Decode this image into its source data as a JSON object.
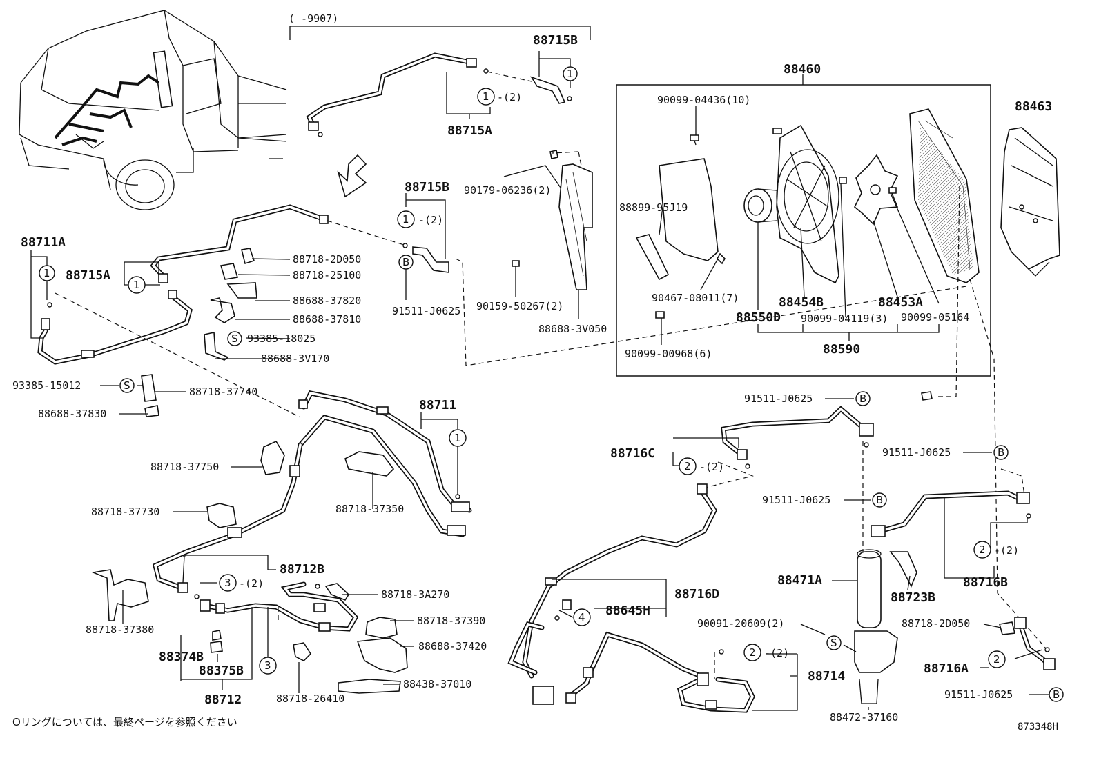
{
  "diagram": {
    "bracket_top_note": "(      -9907)",
    "figure_number": "873348H",
    "note_jp": "Oリングについては、最終ページを参照ください",
    "part_labels": {
      "p88715B_top": "88715B",
      "p88715A_top": "88715A",
      "p88460": "88460",
      "p88463": "88463",
      "p90099_04436": "90099-04436(10)",
      "p90179_06236": "90179-06236(2)",
      "p88715B_mid": "88715B",
      "p88899_95J19": "88899-95J19",
      "p88711A": "88711A",
      "p88715A_mid": "88715A",
      "p88718_2D050_a": "88718-2D050",
      "p88718_25100": "88718-25100",
      "p88688_37820": "88688-37820",
      "p88688_37810": "88688-37810",
      "p93385_18025": "93385-18025",
      "p88688_3V170": "88688-3V170",
      "p91511_J0625_a": "91511-J0625",
      "p90159_50267": "90159-50267(2)",
      "p88688_3V050": "88688-3V050",
      "p90467_08011": "90467-08011(7)",
      "p88454B": "88454B",
      "p88453A": "88453A",
      "p88550D": "88550D",
      "p90099_04119": "90099-04119(3)",
      "p90099_05164": "90099-05164",
      "p90099_00968": "90099-00968(6)",
      "p88590": "88590",
      "p93385_15012": "93385-15012",
      "p88718_37740": "88718-37740",
      "p88688_37830": "88688-37830",
      "p88711": "88711",
      "p91511_J0625_b": "91511-J0625",
      "p88718_37750": "88718-37750",
      "p88716C": "88716C",
      "p91511_J0625_c": "91511-J0625",
      "p88718_37730": "88718-37730",
      "p88718_37350": "88718-37350",
      "p91511_J0625_d": "91511-J0625",
      "p88712B": "88712B",
      "p88718_3A270": "88718-3A270",
      "p88716D": "88716D",
      "p88645H": "88645H",
      "p88471A": "88471A",
      "p88723B": "88723B",
      "p88716B": "88716B",
      "p88718_37380": "88718-37380",
      "p88718_37390": "88718-37390",
      "p90091_20609": "90091-20609(2)",
      "p88718_2D050_b": "88718-2D050",
      "p88374B": "88374B",
      "p88688_37420": "88688-37420",
      "p88375B": "88375B",
      "p88716A": "88716A",
      "p88714": "88714",
      "p88438_37010": "88438-37010",
      "p88712": "88712",
      "p88718_26410": "88718-26410",
      "p91511_J0625_e": "91511-J0625",
      "p88472_37160": "88472-37160"
    },
    "callouts": {
      "one": "1",
      "two": "2",
      "three": "3",
      "four": "4",
      "b": "B",
      "s": "S",
      "qty2": "-(2)"
    }
  }
}
